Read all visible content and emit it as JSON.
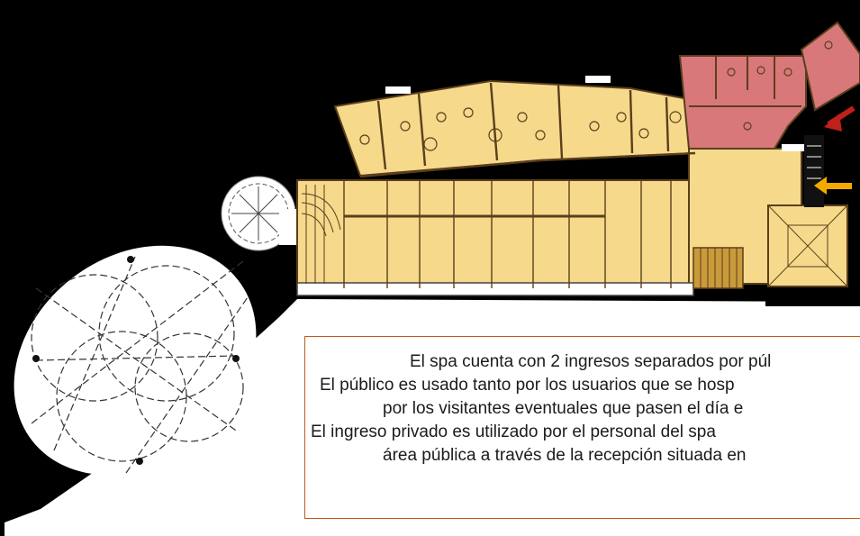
{
  "plan": {
    "colors": {
      "background": "#000000",
      "public_area": "#f6d98b",
      "private_area": "#d8787a",
      "line": "#5a3f1c",
      "tower_fill": "#c99a3a",
      "public_entry_arrow": "#f2a900",
      "private_entry_arrow": "#c0201a",
      "caption_border": "#c05a1a"
    },
    "icons": {
      "public_entry": "arrow-left-icon",
      "private_entry": "arrow-down-left-icon"
    }
  },
  "caption": {
    "lines": [
      "El spa cuenta con 2 ingresos separados por púl",
      "El público es usado tanto por los usuarios que se hosp",
      "por los visitantes eventuales que pasen el día e",
      "El ingreso privado es utilizado por el personal del spa",
      "área pública a través de la recepción situada en"
    ]
  }
}
